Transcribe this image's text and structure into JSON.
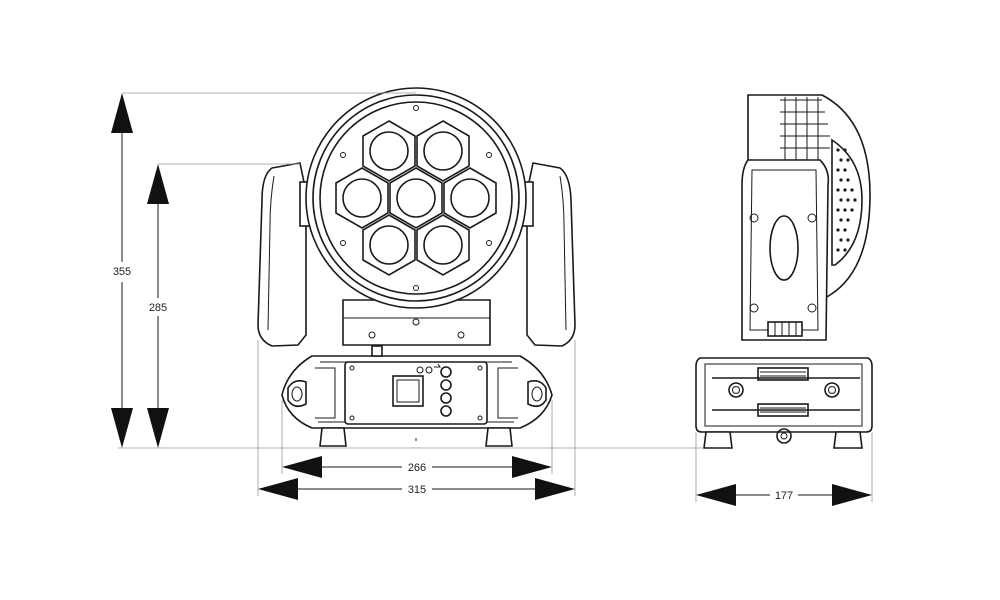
{
  "dimensions": {
    "overall_height": "355",
    "yoke_height": "285",
    "base_width": "266",
    "overall_width": "315",
    "side_depth": "177"
  },
  "colors": {
    "line": "#1a1a1a",
    "extension": "#9a9a9a",
    "background": "#ffffff"
  },
  "views": {
    "front": {
      "lens_count": 7
    },
    "side": {
      "grille": true
    }
  }
}
